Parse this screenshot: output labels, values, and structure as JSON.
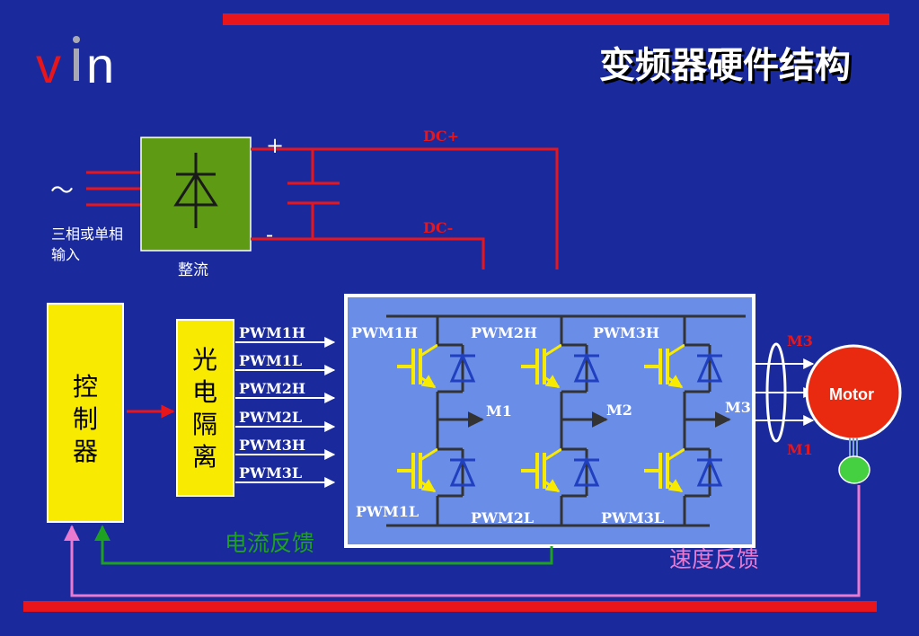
{
  "header": {
    "logo_text": "vin",
    "title": "变频器硬件结构"
  },
  "colors": {
    "background": "#1a2a9c",
    "accent_red": "#e8161b",
    "rectifier_green": "#5e9a14",
    "inverter_blue": "#6a8de8",
    "yellow": "#f8ea00",
    "motor_red": "#ea2a10",
    "green_feedback": "#1ea020",
    "pink_feedback": "#ea7ad0"
  },
  "input": {
    "symbol": "～",
    "label_line1": "三相或单相",
    "label_line2": "输入"
  },
  "rectifier": {
    "label": "整流",
    "plus": "+",
    "minus": "-",
    "dc_plus": "DC+",
    "dc_minus": "DC-"
  },
  "controller": {
    "label_chars": [
      "控",
      "制",
      "器"
    ]
  },
  "isolation": {
    "label_chars": [
      "光",
      "电",
      "隔",
      "离"
    ]
  },
  "pwm_signals": [
    "PWM1H",
    "PWM1L",
    "PWM2H",
    "PWM2L",
    "PWM3H",
    "PWM3L"
  ],
  "inverter": {
    "top_labels": [
      "PWM1H",
      "PWM2H",
      "PWM3H"
    ],
    "bottom_labels": [
      "PWM1L",
      "PWM2L",
      "PWM3L"
    ],
    "phase_labels": [
      "M1",
      "M2",
      "M3"
    ]
  },
  "motor": {
    "label": "Motor",
    "m3": "M3",
    "m1": "M1"
  },
  "feedback": {
    "current": "电流反馈",
    "speed": "速度反馈"
  }
}
